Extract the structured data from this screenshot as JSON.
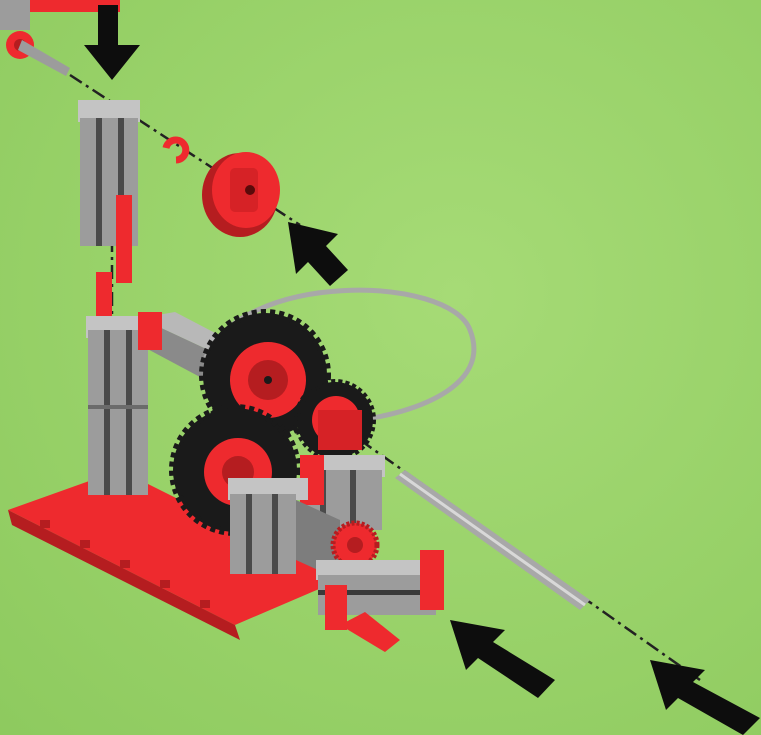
{
  "scene": {
    "background": "#9ad36a",
    "colors": {
      "red": "#ee2a2e",
      "red_dark": "#b51d20",
      "gray": "#9c9c9c",
      "gray_light": "#c4c4c4",
      "gray_dark": "#6b6b6b",
      "black": "#1a1a1a",
      "axis_line": "#222222",
      "arrow": "#0d0d0d",
      "cable": "#a8a8a8"
    }
  },
  "parts": [
    {
      "name": "base-plate",
      "color": "red"
    },
    {
      "name": "vertical-post",
      "color": "gray"
    },
    {
      "name": "large-gear-upper",
      "color": "black"
    },
    {
      "name": "large-gear-lower",
      "color": "black"
    },
    {
      "name": "small-gear",
      "color": "black"
    },
    {
      "name": "crank-handle",
      "color": "red"
    },
    {
      "name": "long-axle",
      "color": "gray"
    },
    {
      "name": "hub-nut",
      "color": "red"
    },
    {
      "name": "clip",
      "color": "red"
    },
    {
      "name": "flexible-cable",
      "color": "gray"
    }
  ],
  "arrows": [
    {
      "name": "arrow-down-top",
      "direction": "down"
    },
    {
      "name": "arrow-hub-nut",
      "direction": "up-left"
    },
    {
      "name": "arrow-axle-bottom",
      "direction": "up-left"
    },
    {
      "name": "arrow-axle-right",
      "direction": "up-left"
    }
  ]
}
